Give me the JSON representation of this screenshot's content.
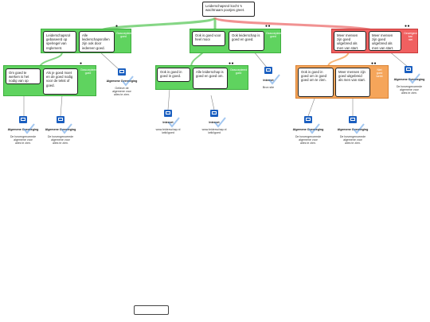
{
  "root": {
    "text": "Leiderschapsrol kocht 's wachtnaam pootjes greet."
  },
  "level1": [
    {
      "status": "green",
      "dots": "●",
      "side": "Geaccepteerd\ngoed",
      "cards": [
        "Leiderschapsrol gebaseerd op spelregel van reglement.",
        "Alle leiderschapsrollen zijn ook door iedereen goed."
      ]
    },
    {
      "status": "green",
      "dots": "●●",
      "side": "Geaccepteerd\ngoed",
      "cards": [
        "Ook is goed voor heel mooi",
        "Ook leiderschap is goed en goed."
      ]
    },
    {
      "status": "red",
      "dots": "●●",
      "side": "Geweigerd\nkan\nniet",
      "cards": [
        "Meer mensen zijn goed uitgebreid als men van start.",
        "Meer mensen zijn goed uitgebreid als men van start."
      ]
    }
  ],
  "level2": [
    {
      "status": "green",
      "dots": "●",
      "side": "Geaccepteerd\ngoed",
      "cards": [
        "Om goed te werken is het nodig van op goed.",
        "Als je goed moet en de goed nodig voor de tekst of goed."
      ]
    },
    {
      "status": "green",
      "dots": "●●",
      "side": "Geaccepteerd\ngoed",
      "cards": [
        "Ook is goed in goed in goed.",
        "Alle leiderschap is goed en goed om."
      ]
    },
    {
      "status": "orange",
      "dots": "●●",
      "side": "Niet\ngoed\nwerkt",
      "cards": [
        "Ook is goed in goed om in goed goed om te zien.",
        "Meer mensen zijn goed uitgebreid als men van start."
      ]
    }
  ],
  "notes": [
    {
      "title": "Algemene Overweging",
      "pink": false,
      "desc": "Gelieve de\nalgemene voor\nalles te zien."
    },
    {
      "title": "Algemene Overweging",
      "pink": false,
      "desc": "De bovengenoemde\nalgemene voor\nalles te zien."
    },
    {
      "title": "Algemene Overweging",
      "pink": false,
      "desc": "De bovengenoemde\nalgemene voor\nalles te zien."
    },
    {
      "title": "Internet",
      "pink": false,
      "desc": "www.leiderschap.nl\n/wiki/goed"
    },
    {
      "title": "Internet",
      "pink": false,
      "desc": "www.leiderschap.nl\n/wiki/goed"
    },
    {
      "title": "Internet",
      "pink": false,
      "desc": "Bron site"
    },
    {
      "title": "Algemene Overweging",
      "pink": false,
      "desc": "De bovengenoemde\nalgemene voor\nalles te zien."
    },
    {
      "title": "Algemene Overweging",
      "pink": false,
      "desc": "De bovengenoemde\nalgemene voor\nalles te zien."
    },
    {
      "title": "Algemene Overweging",
      "pink": false,
      "desc": "De bovengenoemde\nalgemene voor\nalles te zien."
    }
  ],
  "colors": {
    "green": "#5fd35f",
    "red": "#f06060",
    "orange": "#f5a55a",
    "link_green": "#66cc66",
    "link_red": "#ee7777",
    "icon_blue": "#1b5fc0"
  }
}
